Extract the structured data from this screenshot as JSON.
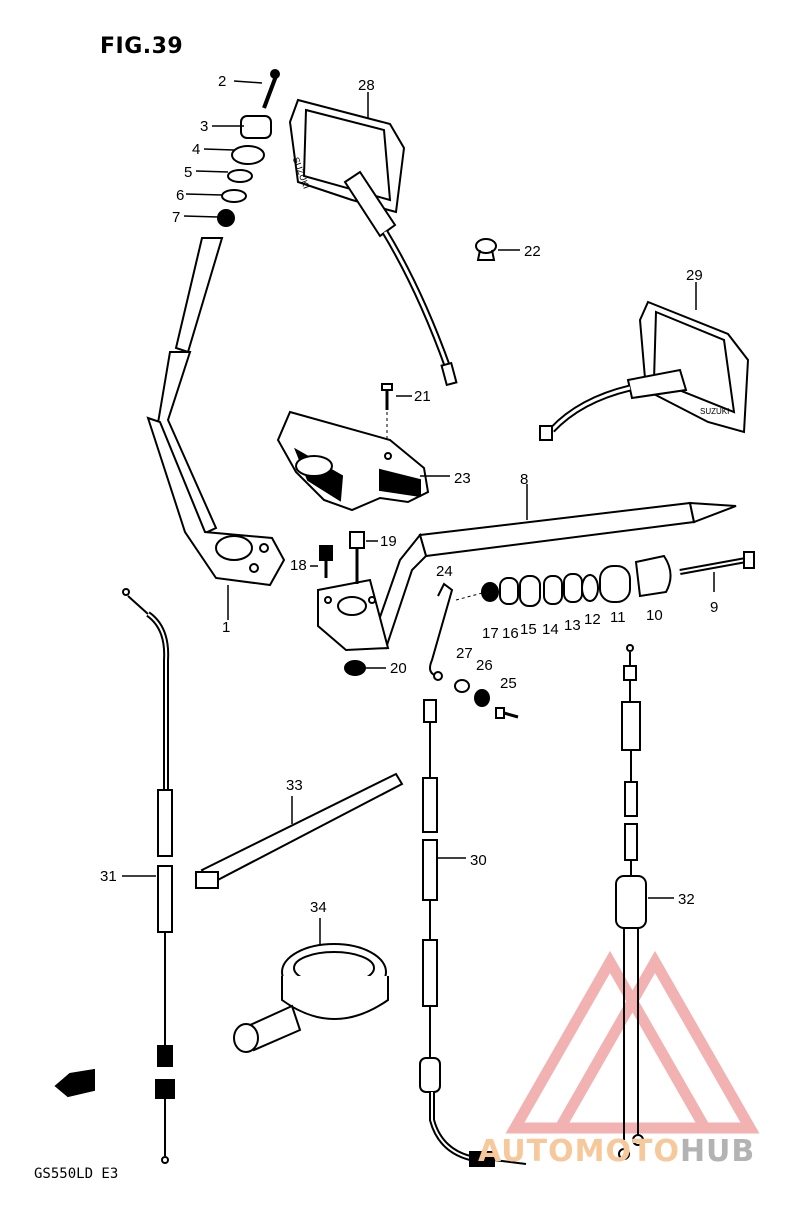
{
  "figure": {
    "title": "FIG.39",
    "model": "GS550LD E3"
  },
  "parts": [
    {
      "label": "1",
      "name": "handlebar-left"
    },
    {
      "label": "2",
      "name": "bolt-top"
    },
    {
      "label": "3",
      "name": "cap"
    },
    {
      "label": "4",
      "name": "cushion-upper"
    },
    {
      "label": "5",
      "name": "washer-upper"
    },
    {
      "label": "6",
      "name": "washer-lower"
    },
    {
      "label": "7",
      "name": "nut-top"
    },
    {
      "label": "8",
      "name": "handlebar-right"
    },
    {
      "label": "9",
      "name": "balancer-bolt"
    },
    {
      "label": "10",
      "name": "balancer-weight"
    },
    {
      "label": "11",
      "name": "cushion-11"
    },
    {
      "label": "12",
      "name": "washer-12"
    },
    {
      "label": "13",
      "name": "spacer-13"
    },
    {
      "label": "14",
      "name": "spacer-14"
    },
    {
      "label": "15",
      "name": "spacer-15"
    },
    {
      "label": "16",
      "name": "spacer-16"
    },
    {
      "label": "17",
      "name": "nut-17"
    },
    {
      "label": "18",
      "name": "bolt-18"
    },
    {
      "label": "19",
      "name": "bolt-19"
    },
    {
      "label": "20",
      "name": "nut-20"
    },
    {
      "label": "21",
      "name": "screw-21"
    },
    {
      "label": "22",
      "name": "cap-22"
    },
    {
      "label": "23",
      "name": "handlebar-cover"
    },
    {
      "label": "24",
      "name": "cable-guide"
    },
    {
      "label": "25",
      "name": "screw-25"
    },
    {
      "label": "26",
      "name": "washer-26"
    },
    {
      "label": "27",
      "name": "clamp-27"
    },
    {
      "label": "28",
      "name": "mirror-left"
    },
    {
      "label": "29",
      "name": "mirror-right"
    },
    {
      "label": "30",
      "name": "throttle-cable"
    },
    {
      "label": "31",
      "name": "clutch-cable"
    },
    {
      "label": "32",
      "name": "throttle-cable-dual"
    },
    {
      "label": "33",
      "name": "cable-tie"
    },
    {
      "label": "34",
      "name": "cable-holder"
    }
  ],
  "mirror_logo": "SUZUKI",
  "fwd_arrow": "FWD",
  "watermark": {
    "brand_part1": "AUTOMOTO",
    "brand_part2": "HUB"
  },
  "colors": {
    "line": "#000000",
    "watermark_red": "#f0a0a0",
    "watermark_orange": "#f6c89a",
    "watermark_gray": "#b3b3b3"
  }
}
